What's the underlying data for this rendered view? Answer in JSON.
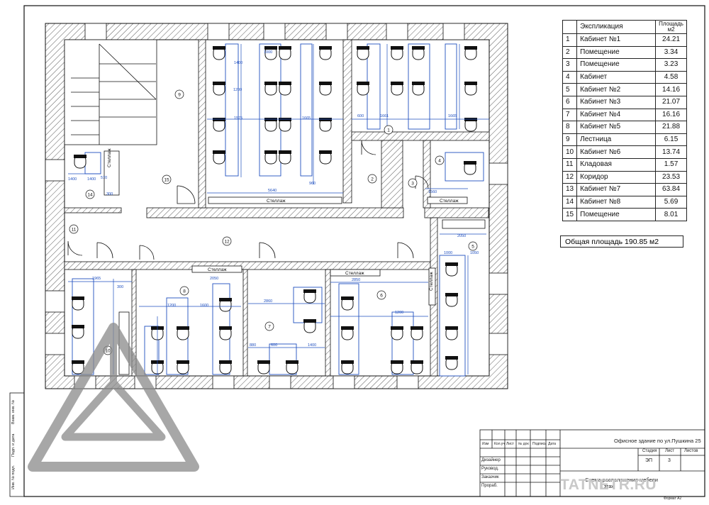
{
  "explication": {
    "header_name": "Экспликация",
    "header_area": "Площадь м2",
    "rows": [
      {
        "n": "1",
        "name": "Кабинет №1",
        "area": "24.21"
      },
      {
        "n": "2",
        "name": "Помещение",
        "area": "3.34"
      },
      {
        "n": "3",
        "name": "Помещение",
        "area": "3.23"
      },
      {
        "n": "4",
        "name": "Кабинет",
        "area": "4.58"
      },
      {
        "n": "5",
        "name": "Кабинет №2",
        "area": "14.16"
      },
      {
        "n": "6",
        "name": "Кабинет №3",
        "area": "21.07"
      },
      {
        "n": "7",
        "name": "Кабинет №4",
        "area": "16.16"
      },
      {
        "n": "8",
        "name": "Кабинет №5",
        "area": "21.88"
      },
      {
        "n": "9",
        "name": "Лестница",
        "area": "6.15"
      },
      {
        "n": "10",
        "name": "Кабинет №6",
        "area": "13.74"
      },
      {
        "n": "11",
        "name": "Кладовая",
        "area": "1.57"
      },
      {
        "n": "12",
        "name": "Коридор",
        "area": "23.53"
      },
      {
        "n": "13",
        "name": "Кабинет №7",
        "area": "63.84"
      },
      {
        "n": "14",
        "name": "Кабинет №8",
        "area": "5.69"
      },
      {
        "n": "15",
        "name": "Помещение",
        "area": "8.01"
      }
    ],
    "total": "Общая площадь  190.85 м2"
  },
  "plan": {
    "shelf_label": "Стеллаж",
    "room_numbers": [
      "1",
      "2",
      "3",
      "4",
      "5",
      "6",
      "7",
      "8",
      "9",
      "10",
      "11",
      "12",
      "14",
      "15"
    ],
    "dims": [
      "1400",
      "1000",
      "1200",
      "1575",
      "1665",
      "600",
      "1661",
      "1665",
      "5640",
      "960",
      "1400",
      "1560",
      "2050",
      "1000",
      "1050",
      "1965",
      "300",
      "2050",
      "2860",
      "1600",
      "1200",
      "880",
      "600",
      "1400",
      "2850",
      "1200",
      "570",
      "300",
      "1400"
    ]
  },
  "stamp": {
    "building": "Офисное здание по ул.Пушкина 25",
    "stage_label": "Стадия",
    "sheet_label": "Лист",
    "sheets_label": "Листов",
    "stage_value": "ЭП",
    "sheet_value": "3",
    "drawing_title_1": "Схема расположения мебели",
    "drawing_title_2": "3 этаж",
    "cols": [
      "Изм",
      "Кол.уч",
      "Лист",
      "№ док",
      "Подпись",
      "Дата"
    ],
    "roles": [
      "Дизайнер",
      "Руковод.",
      "Заказчик",
      "Прораб."
    ],
    "format": "Формат  А2"
  },
  "side_stamp": [
    "Инв. № подл.",
    "Подп. и дата",
    "Взам. инв. №"
  ],
  "watermark": "TATNETR.RU"
}
